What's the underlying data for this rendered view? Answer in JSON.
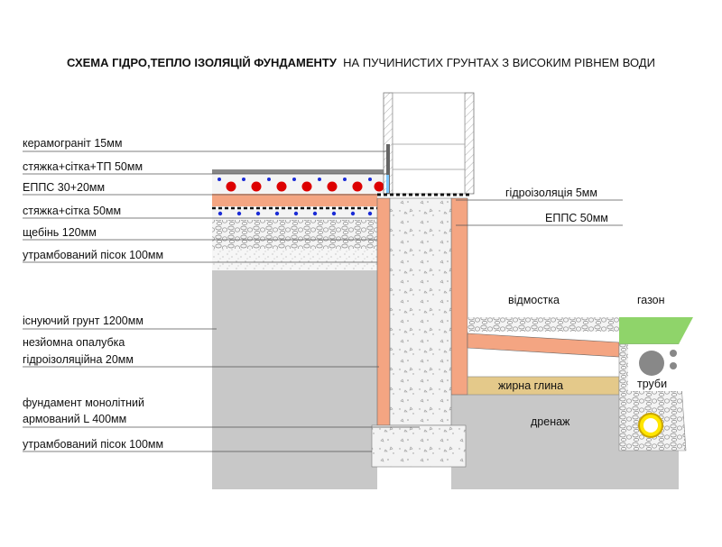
{
  "title": {
    "bold": "СХЕМА ГІДРО,ТЕПЛО ІЗОЛЯЦІЙ ФУНДАМЕНТУ",
    "normal": "НА ПУЧИНИСТИХ ГРУНТАХ З ВИСОКИМ РІВНЕМ ВОДИ"
  },
  "left_labels": [
    "керамограніт  15мм",
    "стяжка+сітка+ТП  50мм",
    "ЕППС 30+20мм",
    "стяжка+сітка 50мм",
    "щебінь 120мм",
    "утрамбований пісок 100мм",
    "існуючий грунт 1200мм",
    "незйомна опалубка",
    "гідроізоляційна 20мм",
    "фундамент монолітний",
    "армований L 400мм",
    "утрамбований пісок 100мм"
  ],
  "right_labels": {
    "waterproofing": "гідроізоляція 5мм",
    "epps": "ЕППС 50мм",
    "blind_area": "відмостка",
    "lawn": "газон",
    "pipes": "труби",
    "clay": "жирна глина",
    "drainage": "дренаж"
  },
  "colors": {
    "soil": "#c8c8c8",
    "insulation": "#f4a582",
    "concrete": "#f2f2f2",
    "clay": "#e4c98a",
    "lawn": "#8fd46a",
    "heating_pipe": "#dd0000",
    "rebar_dot": "#1a2bd6",
    "drain_pipe": "#ffe600"
  }
}
